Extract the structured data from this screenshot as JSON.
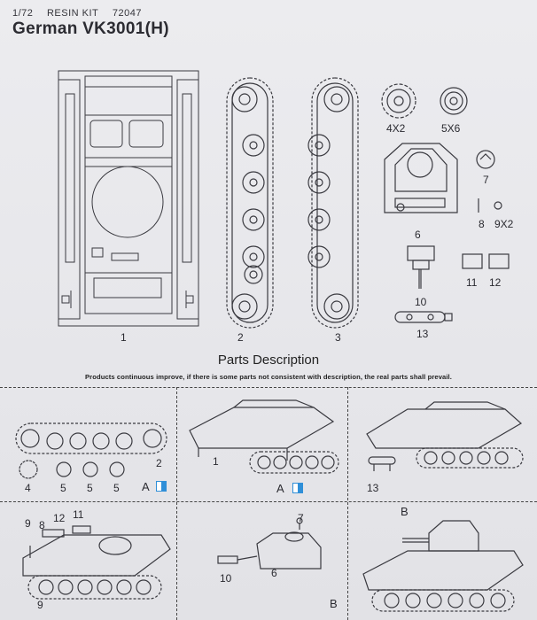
{
  "header": {
    "scale": "1/72",
    "kit_type": "RESIN KIT",
    "kit_number": "72047",
    "title": "German VK3001(H)"
  },
  "parts": {
    "hull_label": "1",
    "track_left_label": "2",
    "track_right_label": "3",
    "sprocket_label": "4X2",
    "roadwheel_label": "5X6",
    "turret_label": "6",
    "cupola_label": "7",
    "antenna_label": "8",
    "bolt_label": "9X2",
    "gun_label": "10",
    "plate_a_label": "11",
    "plate_b_label": "12",
    "exhaust_label": "13"
  },
  "parts_title": "Parts Description",
  "disclaimer": "Products continuous improve, if there is some parts not consistent with description, the real parts shall prevail.",
  "steps": {
    "s1": {
      "label_2": "2",
      "label_4": "4",
      "label_5a": "5",
      "label_5b": "5",
      "label_5c": "5",
      "marker": "A"
    },
    "s2": {
      "label_1": "1",
      "marker": "A"
    },
    "s3": {
      "label_13": "13"
    },
    "s4": {
      "label_9a": "9",
      "label_8": "8",
      "label_12": "12",
      "label_11": "11",
      "label_9b": "9"
    },
    "s5": {
      "label_7": "7",
      "label_10": "10",
      "label_6": "6",
      "marker": "B"
    },
    "s6": {
      "marker": "B"
    }
  },
  "colors": {
    "badge": "#2f8fd8",
    "line": "#3a3a40"
  }
}
